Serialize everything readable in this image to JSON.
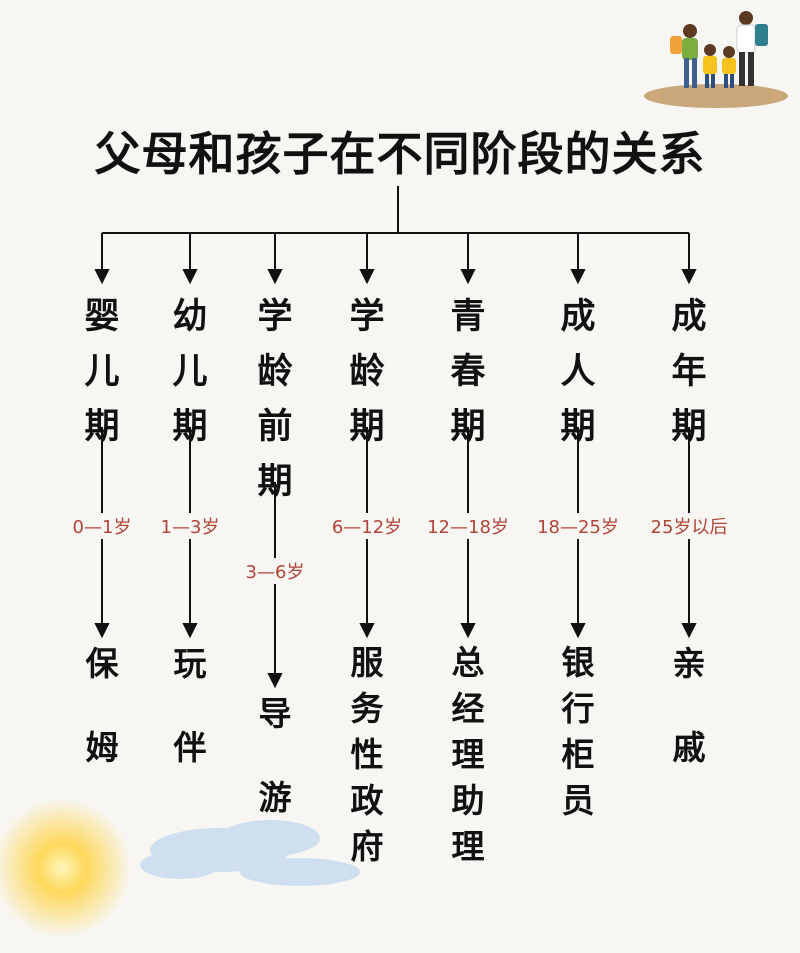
{
  "title": "父母和孩子在不同阶段的关系",
  "columns": [
    {
      "stage": "婴\n儿\n期",
      "age": "0—1岁",
      "role": "保\n姆"
    },
    {
      "stage": "幼\n儿\n期",
      "age": "1—3岁",
      "role": "玩\n伴"
    },
    {
      "stage": "学\n龄\n前\n期",
      "age": "3—6岁",
      "role": "导\n游"
    },
    {
      "stage": "学\n龄\n期",
      "age": "6—12岁",
      "role": "服\n务\n性\n政\n府"
    },
    {
      "stage": "青\n春\n期",
      "age": "12—18岁",
      "role": "总\n经\n理\n助\n理"
    },
    {
      "stage": "成\n人\n期",
      "age": "18—25岁",
      "role": "银\n行\n柜\n员"
    },
    {
      "stage": "成\n年\n期",
      "age": "25岁以后",
      "role": "亲\n戚"
    }
  ],
  "colors": {
    "age_text": "#b0453a",
    "line": "#111111"
  }
}
